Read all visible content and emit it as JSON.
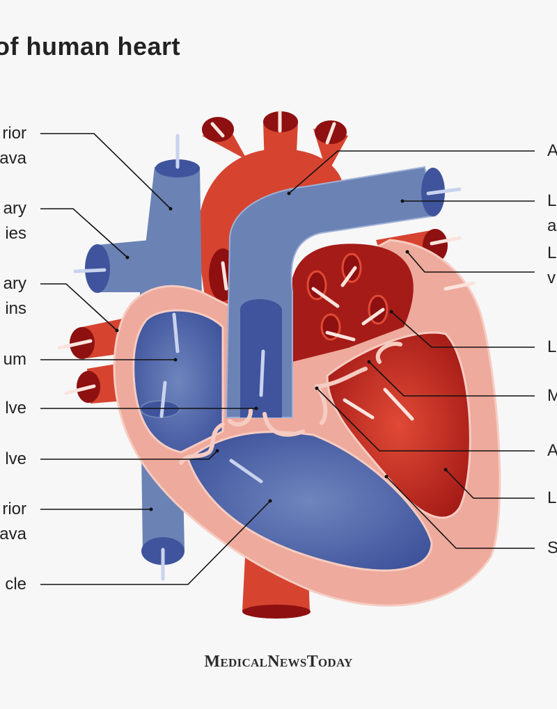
{
  "title": "of human heart",
  "labels_left": [
    {
      "lines": [
        "rior",
        "ava"
      ]
    },
    {
      "lines": [
        "ary",
        "ies"
      ]
    },
    {
      "lines": [
        "ary",
        "ins"
      ]
    },
    {
      "lines": [
        "um"
      ]
    },
    {
      "lines": [
        "lve"
      ]
    },
    {
      "lines": [
        "lve"
      ]
    },
    {
      "lines": [
        "rior",
        "ava"
      ]
    },
    {
      "lines": [
        "cle"
      ]
    }
  ],
  "labels_right": [
    {
      "lines": [
        "A"
      ]
    },
    {
      "lines": [
        "L",
        "a"
      ]
    },
    {
      "lines": [
        "L",
        "v"
      ]
    },
    {
      "lines": [
        "L"
      ]
    },
    {
      "lines": [
        "M"
      ]
    },
    {
      "lines": [
        "A"
      ]
    },
    {
      "lines": [
        "L"
      ]
    },
    {
      "lines": [
        "S"
      ]
    }
  ],
  "logo": "MedicalNewsToday",
  "colors": {
    "oxygenated": "#d64430",
    "deoxygenated": "#6b82b5",
    "muscle": "#eeaa9c",
    "background": "#f7f7f7"
  }
}
